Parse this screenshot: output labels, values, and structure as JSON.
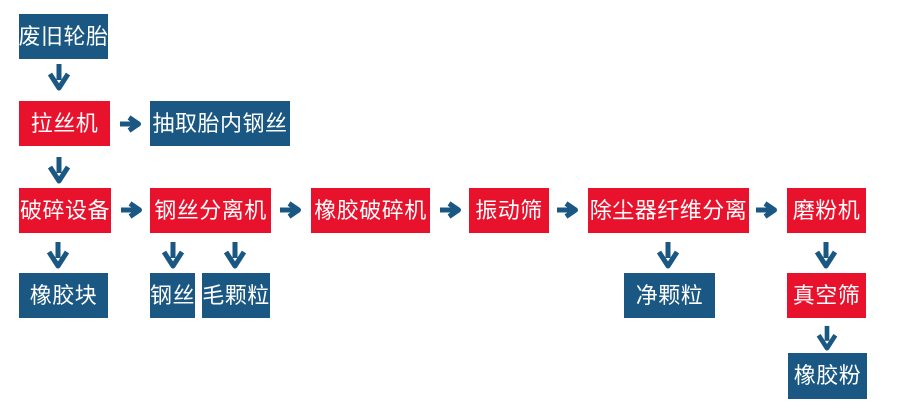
{
  "diagram": {
    "type": "flowchart",
    "background": "#ffffff",
    "colors": {
      "process_box": "#e9122d",
      "output_box": "#1a5782",
      "arrow": "#1a5782",
      "box_text": "#ffffff"
    },
    "nodes": [
      {
        "id": "waste-tires",
        "label": "废旧轮胎",
        "role": "material"
      },
      {
        "id": "wire-drawing-machine",
        "label": "拉丝机",
        "role": "process"
      },
      {
        "id": "extract-tire-steel-wire",
        "label": "抽取胎内钢丝",
        "role": "material"
      },
      {
        "id": "crushing-equipment",
        "label": "破碎设备",
        "role": "process"
      },
      {
        "id": "steel-wire-separator",
        "label": "钢丝分离机",
        "role": "process"
      },
      {
        "id": "rubber-crusher",
        "label": "橡胶破碎机",
        "role": "process"
      },
      {
        "id": "vibrating-screen",
        "label": "振动筛",
        "role": "process"
      },
      {
        "id": "dust-collector-fiber-separation",
        "label": "除尘器纤维分离",
        "role": "process"
      },
      {
        "id": "grinding-mill",
        "label": "磨粉机",
        "role": "process"
      },
      {
        "id": "rubber-block",
        "label": "橡胶块",
        "role": "material"
      },
      {
        "id": "steel-wire",
        "label": "钢丝",
        "role": "material"
      },
      {
        "id": "fuzzy-granules",
        "label": "毛颗粒",
        "role": "material"
      },
      {
        "id": "clean-granules",
        "label": "净颗粒",
        "role": "material"
      },
      {
        "id": "vacuum-screen",
        "label": "真空筛",
        "role": "process"
      },
      {
        "id": "rubber-powder",
        "label": "橡胶粉",
        "role": "material"
      }
    ],
    "edges": [
      {
        "from": "waste-tires",
        "to": "wire-drawing-machine",
        "direction": "down"
      },
      {
        "from": "wire-drawing-machine",
        "to": "extract-tire-steel-wire",
        "direction": "right"
      },
      {
        "from": "wire-drawing-machine",
        "to": "crushing-equipment",
        "direction": "down"
      },
      {
        "from": "crushing-equipment",
        "to": "steel-wire-separator",
        "direction": "right"
      },
      {
        "from": "crushing-equipment",
        "to": "rubber-block",
        "direction": "down"
      },
      {
        "from": "steel-wire-separator",
        "to": "steel-wire",
        "direction": "down"
      },
      {
        "from": "steel-wire-separator",
        "to": "fuzzy-granules",
        "direction": "down"
      },
      {
        "from": "steel-wire-separator",
        "to": "rubber-crusher",
        "direction": "right"
      },
      {
        "from": "rubber-crusher",
        "to": "vibrating-screen",
        "direction": "right"
      },
      {
        "from": "vibrating-screen",
        "to": "dust-collector-fiber-separation",
        "direction": "right"
      },
      {
        "from": "dust-collector-fiber-separation",
        "to": "grinding-mill",
        "direction": "right"
      },
      {
        "from": "dust-collector-fiber-separation",
        "to": "clean-granules",
        "direction": "down"
      },
      {
        "from": "grinding-mill",
        "to": "vacuum-screen",
        "direction": "down"
      },
      {
        "from": "vacuum-screen",
        "to": "rubber-powder",
        "direction": "down"
      }
    ]
  }
}
